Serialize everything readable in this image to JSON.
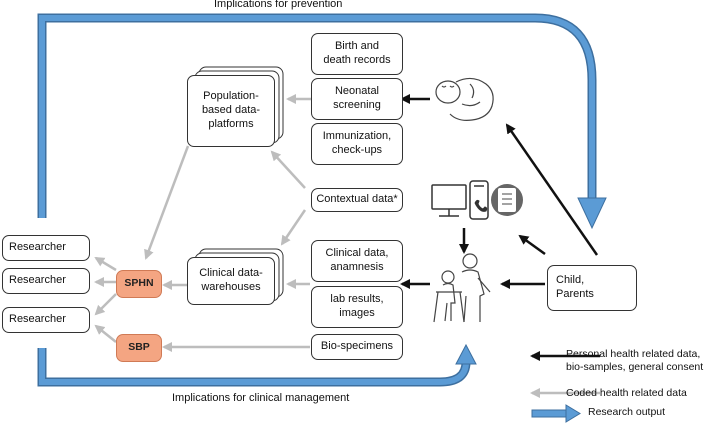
{
  "top_label": "Implications for prevention",
  "bottom_label": "Implications for clinical management",
  "sources": {
    "birth": "Birth and\ndeath records",
    "neonatal": "Neonatal\nscreening",
    "immunization": "Immunization,\ncheck-ups",
    "contextual": "Contextual data*",
    "clinical": "Clinical data,\nanamnesis",
    "lab": "lab results,\nimages",
    "bio": "Bio-specimens"
  },
  "platforms": {
    "population": "Population-\nbased data-\nplatforms",
    "warehouses": "Clinical data-\nwarehouses"
  },
  "hubs": {
    "sphn": "SPHN",
    "sbp": "SBP"
  },
  "researchers": [
    "Researcher",
    "Researcher",
    "Researcher"
  ],
  "child": "Child,\nParents",
  "legend": [
    {
      "text": "Personal health related data,\nbio-samples, general consent",
      "color": "#111111"
    },
    {
      "text": "Coded health related data",
      "color": "#bdbdbd"
    },
    {
      "text": "Research output",
      "color": "#5b9bd5"
    }
  ],
  "colors": {
    "personal": "#111111",
    "coded": "#bdbdbd",
    "research": "#5b9bd5",
    "hub": "#f4a582"
  }
}
